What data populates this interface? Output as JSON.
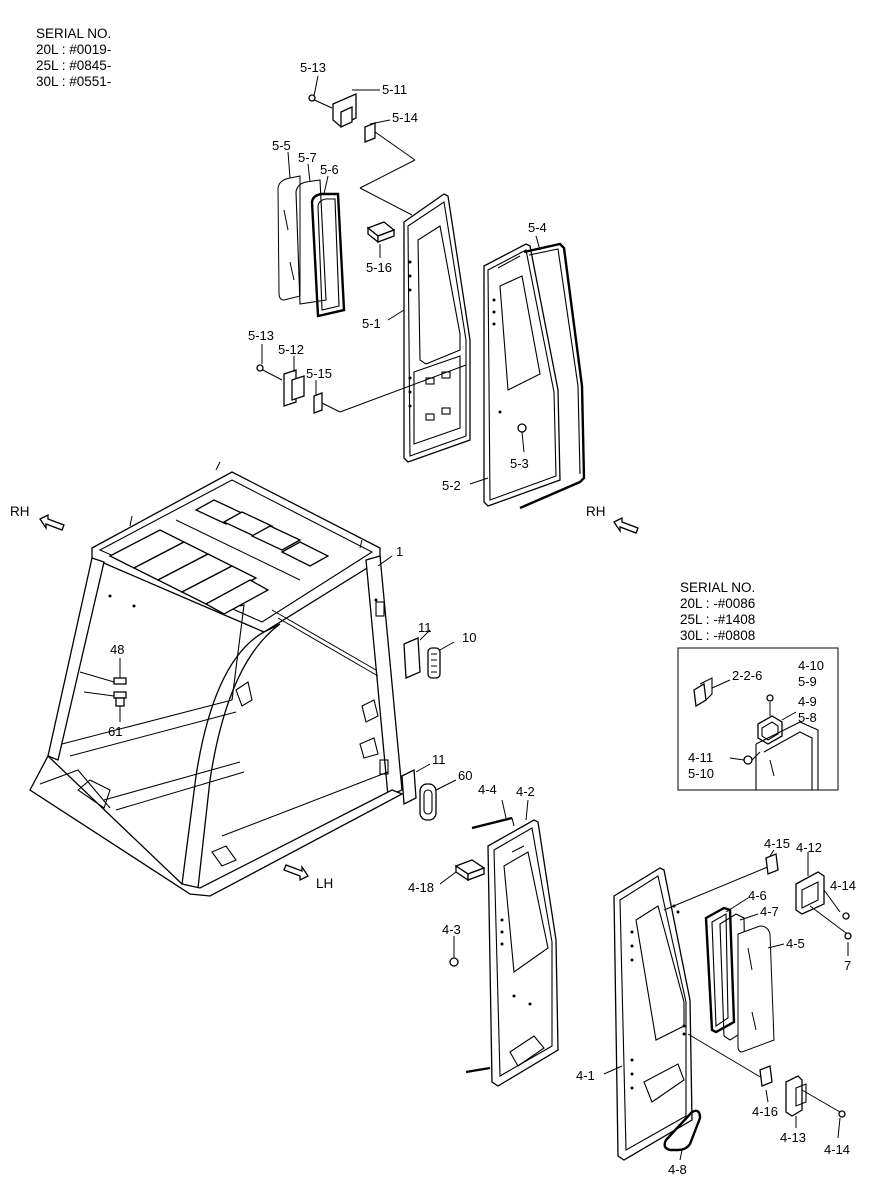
{
  "serial_top": {
    "title": "SERIAL NO.",
    "lines": [
      "20L : #0019-",
      "25L : #0845-",
      "30L : #0551-"
    ]
  },
  "serial_inset": {
    "title": "SERIAL NO.",
    "lines": [
      "20L : -#0086",
      "25L : -#1408",
      "30L : -#0808"
    ]
  },
  "directions": {
    "rh_left": "RH",
    "rh_right": "RH",
    "lh": "LH"
  },
  "part_labels": {
    "p5_13a": "5-13",
    "p5_11": "5-11",
    "p5_14": "5-14",
    "p5_5": "5-5",
    "p5_7": "5-7",
    "p5_6": "5-6",
    "p5_4": "5-4",
    "p5_16": "5-16",
    "p5_1": "5-1",
    "p5_13b": "5-13",
    "p5_12": "5-12",
    "p5_15": "5-15",
    "p5_3": "5-3",
    "p5_2": "5-2",
    "p1": "1",
    "p11a": "11",
    "p10": "10",
    "p48": "48",
    "p61": "61",
    "p11b": "11",
    "p60": "60",
    "p4_4": "4-4",
    "p4_2": "4-2",
    "p4_18": "4-18",
    "p4_3": "4-3",
    "p4_15": "4-15",
    "p4_12": "4-12",
    "p4_14a": "4-14",
    "p4_6": "4-6",
    "p4_7": "4-7",
    "p4_5": "4-5",
    "p7": "7",
    "p4_1": "4-1",
    "p4_16": "4-16",
    "p4_13": "4-13",
    "p4_14b": "4-14",
    "p4_8": "4-8",
    "p2_2_6": "2-2-6",
    "p4_10": "4-10",
    "p5_9": "5-9",
    "p4_9": "4-9",
    "p5_8": "5-8",
    "p4_11": "4-11",
    "p5_10": "5-10"
  }
}
